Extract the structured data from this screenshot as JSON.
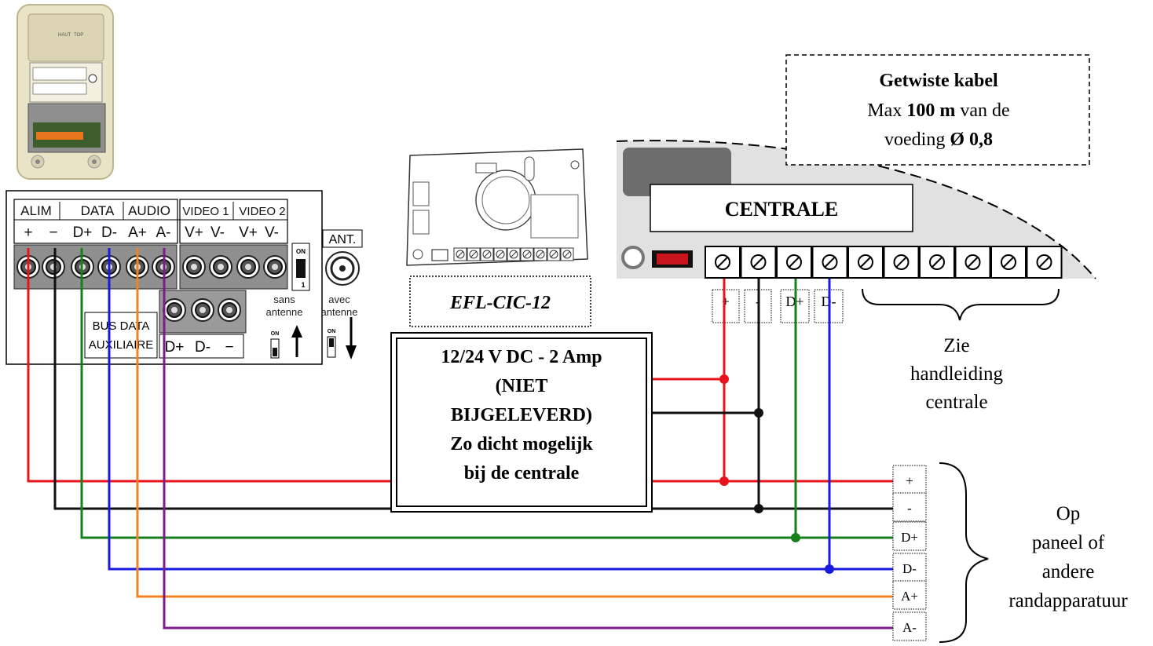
{
  "cable_note": {
    "title": "Getwiste kabel",
    "line2_pre": "Max ",
    "line2_bold": "100 m",
    "line2_post": " van de",
    "line3_pre": "voeding ",
    "line3_bold": "Ø 0,8"
  },
  "centrale": {
    "label": "CENTRALE",
    "terminal_labels": [
      "+",
      "-",
      "D+",
      "D-"
    ],
    "note": [
      "Zie",
      "handleiding",
      "centrale"
    ]
  },
  "module": {
    "label": "EFL-CIC-12"
  },
  "power_supply": {
    "lines": [
      "12/24 V DC - 2 Amp",
      "(NIET",
      "BIJGELEVERD)",
      "Zo dicht mogelijk",
      "bij de centrale"
    ]
  },
  "panel": {
    "header_groups": [
      "ALIM",
      "DATA",
      "AUDIO",
      "VIDEO 1",
      "VIDEO 2"
    ],
    "header_terms": [
      "+",
      "−",
      "D+",
      "D-",
      "A+",
      "A-",
      "V+",
      "V-",
      "V+",
      "V-"
    ],
    "antenna_label": "ANT.",
    "switch_on": "ON",
    "switch_one": "1",
    "sans_antenne": [
      "sans",
      "antenne"
    ],
    "avec_antenne": [
      "avec",
      "antenne"
    ],
    "aux_label": [
      "BUS DATA",
      "AUXILIAIRE"
    ],
    "aux_terms": [
      "D+",
      "D-",
      "−"
    ],
    "camera_top": "HAUT",
    "camera_top2": "TOP"
  },
  "right_terminals": [
    "+",
    "-",
    "D+",
    "D-",
    "A+",
    "A-"
  ],
  "right_note": [
    "Op",
    "paneel of",
    "andere",
    "randapparatuur"
  ],
  "colors": {
    "red": "#e8141c",
    "black": "#111111",
    "green": "#15801c",
    "blue": "#1a1ae0",
    "orange": "#f58220",
    "purple": "#7d1a8c"
  }
}
